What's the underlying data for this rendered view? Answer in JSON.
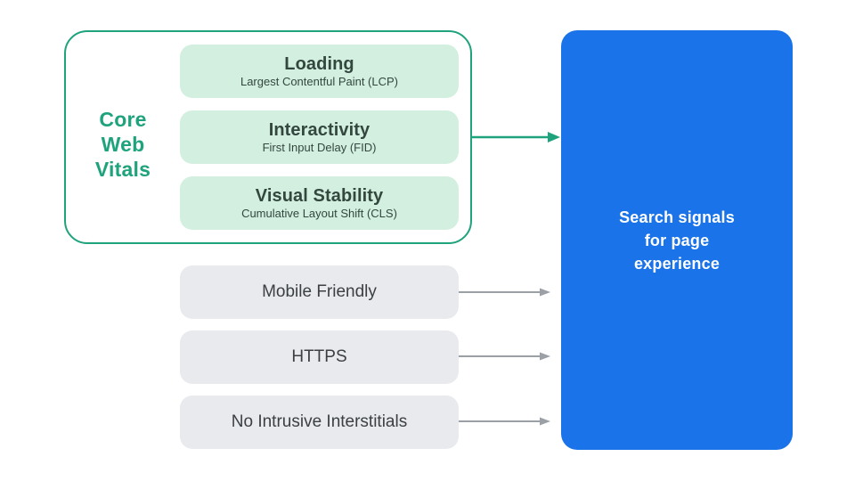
{
  "diagram_title": "Search signals for page experience",
  "core_web_vitals": {
    "label": "Core Web Vitals",
    "label_lines": [
      "Core",
      "Web",
      "Vitals"
    ],
    "items": [
      {
        "title": "Loading",
        "subtitle": "Largest Contentful Paint (LCP)"
      },
      {
        "title": "Interactivity",
        "subtitle": "First Input Delay (FID)"
      },
      {
        "title": "Visual Stability",
        "subtitle": "Cumulative Layout Shift (CLS)"
      }
    ]
  },
  "other_signals": {
    "items": [
      {
        "label": "Mobile Friendly"
      },
      {
        "label": "HTTPS"
      },
      {
        "label": "No Intrusive Interstitials"
      }
    ]
  },
  "result": {
    "label": "Search signals for page experience",
    "label_lines": [
      "Search signals",
      "for page",
      "experience"
    ]
  },
  "colors": {
    "accent_green": "#1fa37c",
    "mint_fill": "#d2efe0",
    "mint_text": "#33473f",
    "gray_fill": "#e8eaed",
    "gray_text": "#3c4043",
    "arrow_gray": "#9aa0a6",
    "blue_fill": "#1a73e8",
    "blue_text": "#ffffff",
    "background": "#ffffff"
  }
}
